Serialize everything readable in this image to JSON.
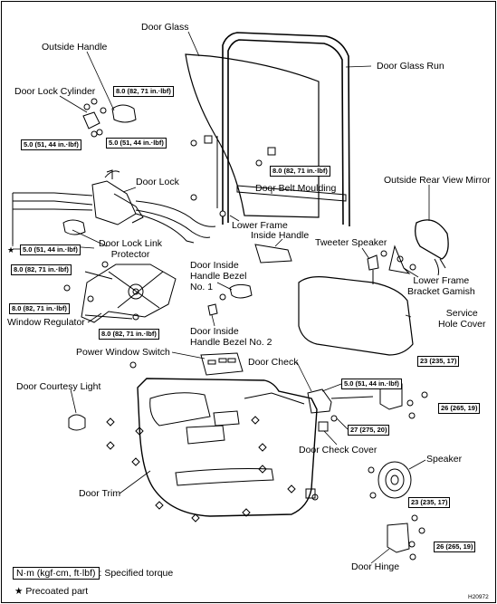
{
  "labels": {
    "door_glass": "Door Glass",
    "outside_handle": "Outside Handle",
    "door_glass_run": "Door Glass Run",
    "door_lock_cylinder": "Door Lock Cylinder",
    "door_lock": "Door Lock",
    "door_belt_moulding": "Door Belt Moulding",
    "outside_rear_view_mirror": "Outside Rear View Mirror",
    "lower_frame": "Lower Frame",
    "inside_handle": "Inside Handle",
    "tweeter_speaker": "Tweeter Speaker",
    "door_lock_link_protector": "Door Lock Link\nProtector",
    "lower_frame_bracket_garnish": "Lower Frame\nBracket Gamish",
    "door_inside_handle_bezel_1": "Door Inside\nHandle Bezel\nNo. 1",
    "service_hole_cover": "Service\nHole Cover",
    "window_regulator": "Window Regulator",
    "door_inside_handle_bezel_2": "Door Inside\nHandle Bezel No. 2",
    "power_window_switch": "Power Window Switch",
    "door_check": "Door Check",
    "door_courtesy_light": "Door Courtesy Light",
    "door_check_cover": "Door Check Cover",
    "speaker": "Speaker",
    "door_trim": "Door Trim",
    "door_hinge": "Door Hinge"
  },
  "torques": {
    "outside_handle": "8.0 (82, 71 in.·lbf)",
    "cylinder_left": "5.0 (51, 44 in.·lbf)",
    "cylinder_right": "5.0 (51, 44 in.·lbf)",
    "glass": "8.0 (82, 71 in.·lbf)",
    "door_lock": "5.0 (51, 44 in.·lbf)",
    "regulator_1": "8.0 (82, 71 in.·lbf)",
    "regulator_2": "8.0 (82, 71 in.·lbf)",
    "regulator_3": "8.0 (82, 71 in.·lbf)",
    "door_check": "5.0 (51, 44 in.·lbf)",
    "hinge_upper_a": "23 (235, 17)",
    "hinge_upper_b": "26 (265, 19)",
    "door_check_bolt": "27 (275, 20)",
    "hinge_lower_a": "23 (235, 17)",
    "hinge_lower_b": "26 (265, 19)"
  },
  "legend": {
    "unit_box": "N·m (kgf·cm, ft·lbf)",
    "unit_text": ": Specified torque",
    "precoat": "★ Precoated part"
  },
  "star": "★",
  "figure_code": "H20972"
}
